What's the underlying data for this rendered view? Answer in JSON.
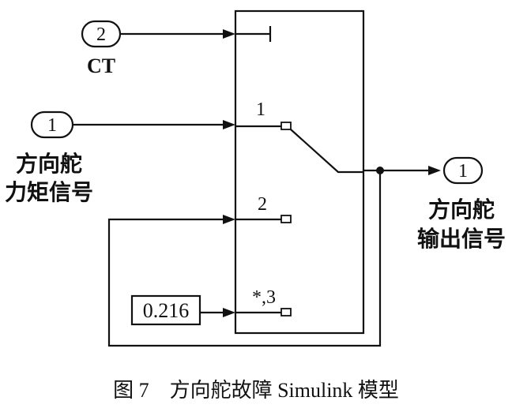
{
  "inports": [
    {
      "number": "2",
      "label": "CT"
    },
    {
      "number": "1",
      "label_line1": "方向舵",
      "label_line2": "力矩信号"
    }
  ],
  "outport": {
    "number": "1",
    "label_line1": "方向舵",
    "label_line2": "输出信号"
  },
  "switch_ports": [
    "1",
    "2",
    "*,3"
  ],
  "constant_block": {
    "value": "0.216"
  },
  "caption": "图 7　方向舵故障 Simulink 模型"
}
